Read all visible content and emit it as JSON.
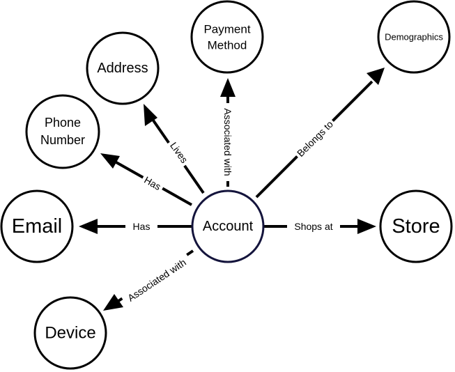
{
  "nodes": {
    "account": "Account",
    "email": "Email",
    "store": "Store",
    "phone": [
      "Phone",
      "Number"
    ],
    "address": "Address",
    "payment": [
      "Payment",
      "Method"
    ],
    "demographics": "Demographics",
    "device": "Device"
  },
  "edges": {
    "email": "Has",
    "store": "Shops at",
    "phone": "Has",
    "address": "Lives",
    "payment": "Associated with",
    "demographics": "Belongs to",
    "device": "Associated with"
  }
}
